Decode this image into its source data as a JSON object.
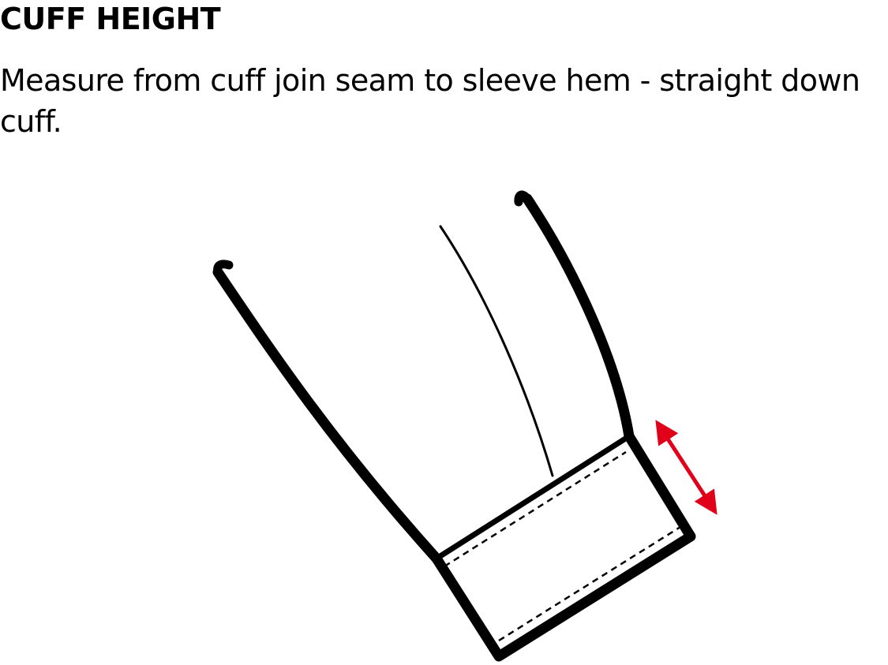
{
  "heading": "CUFF HEIGHT",
  "instructions": "Measure from cuff join seam to sleeve hem - straight down cuff.",
  "diagram": {
    "subject": "sleeve-cuff",
    "arrow_color": "#e1001a",
    "outline_color": "#000000",
    "stitch_style": "dashed"
  }
}
